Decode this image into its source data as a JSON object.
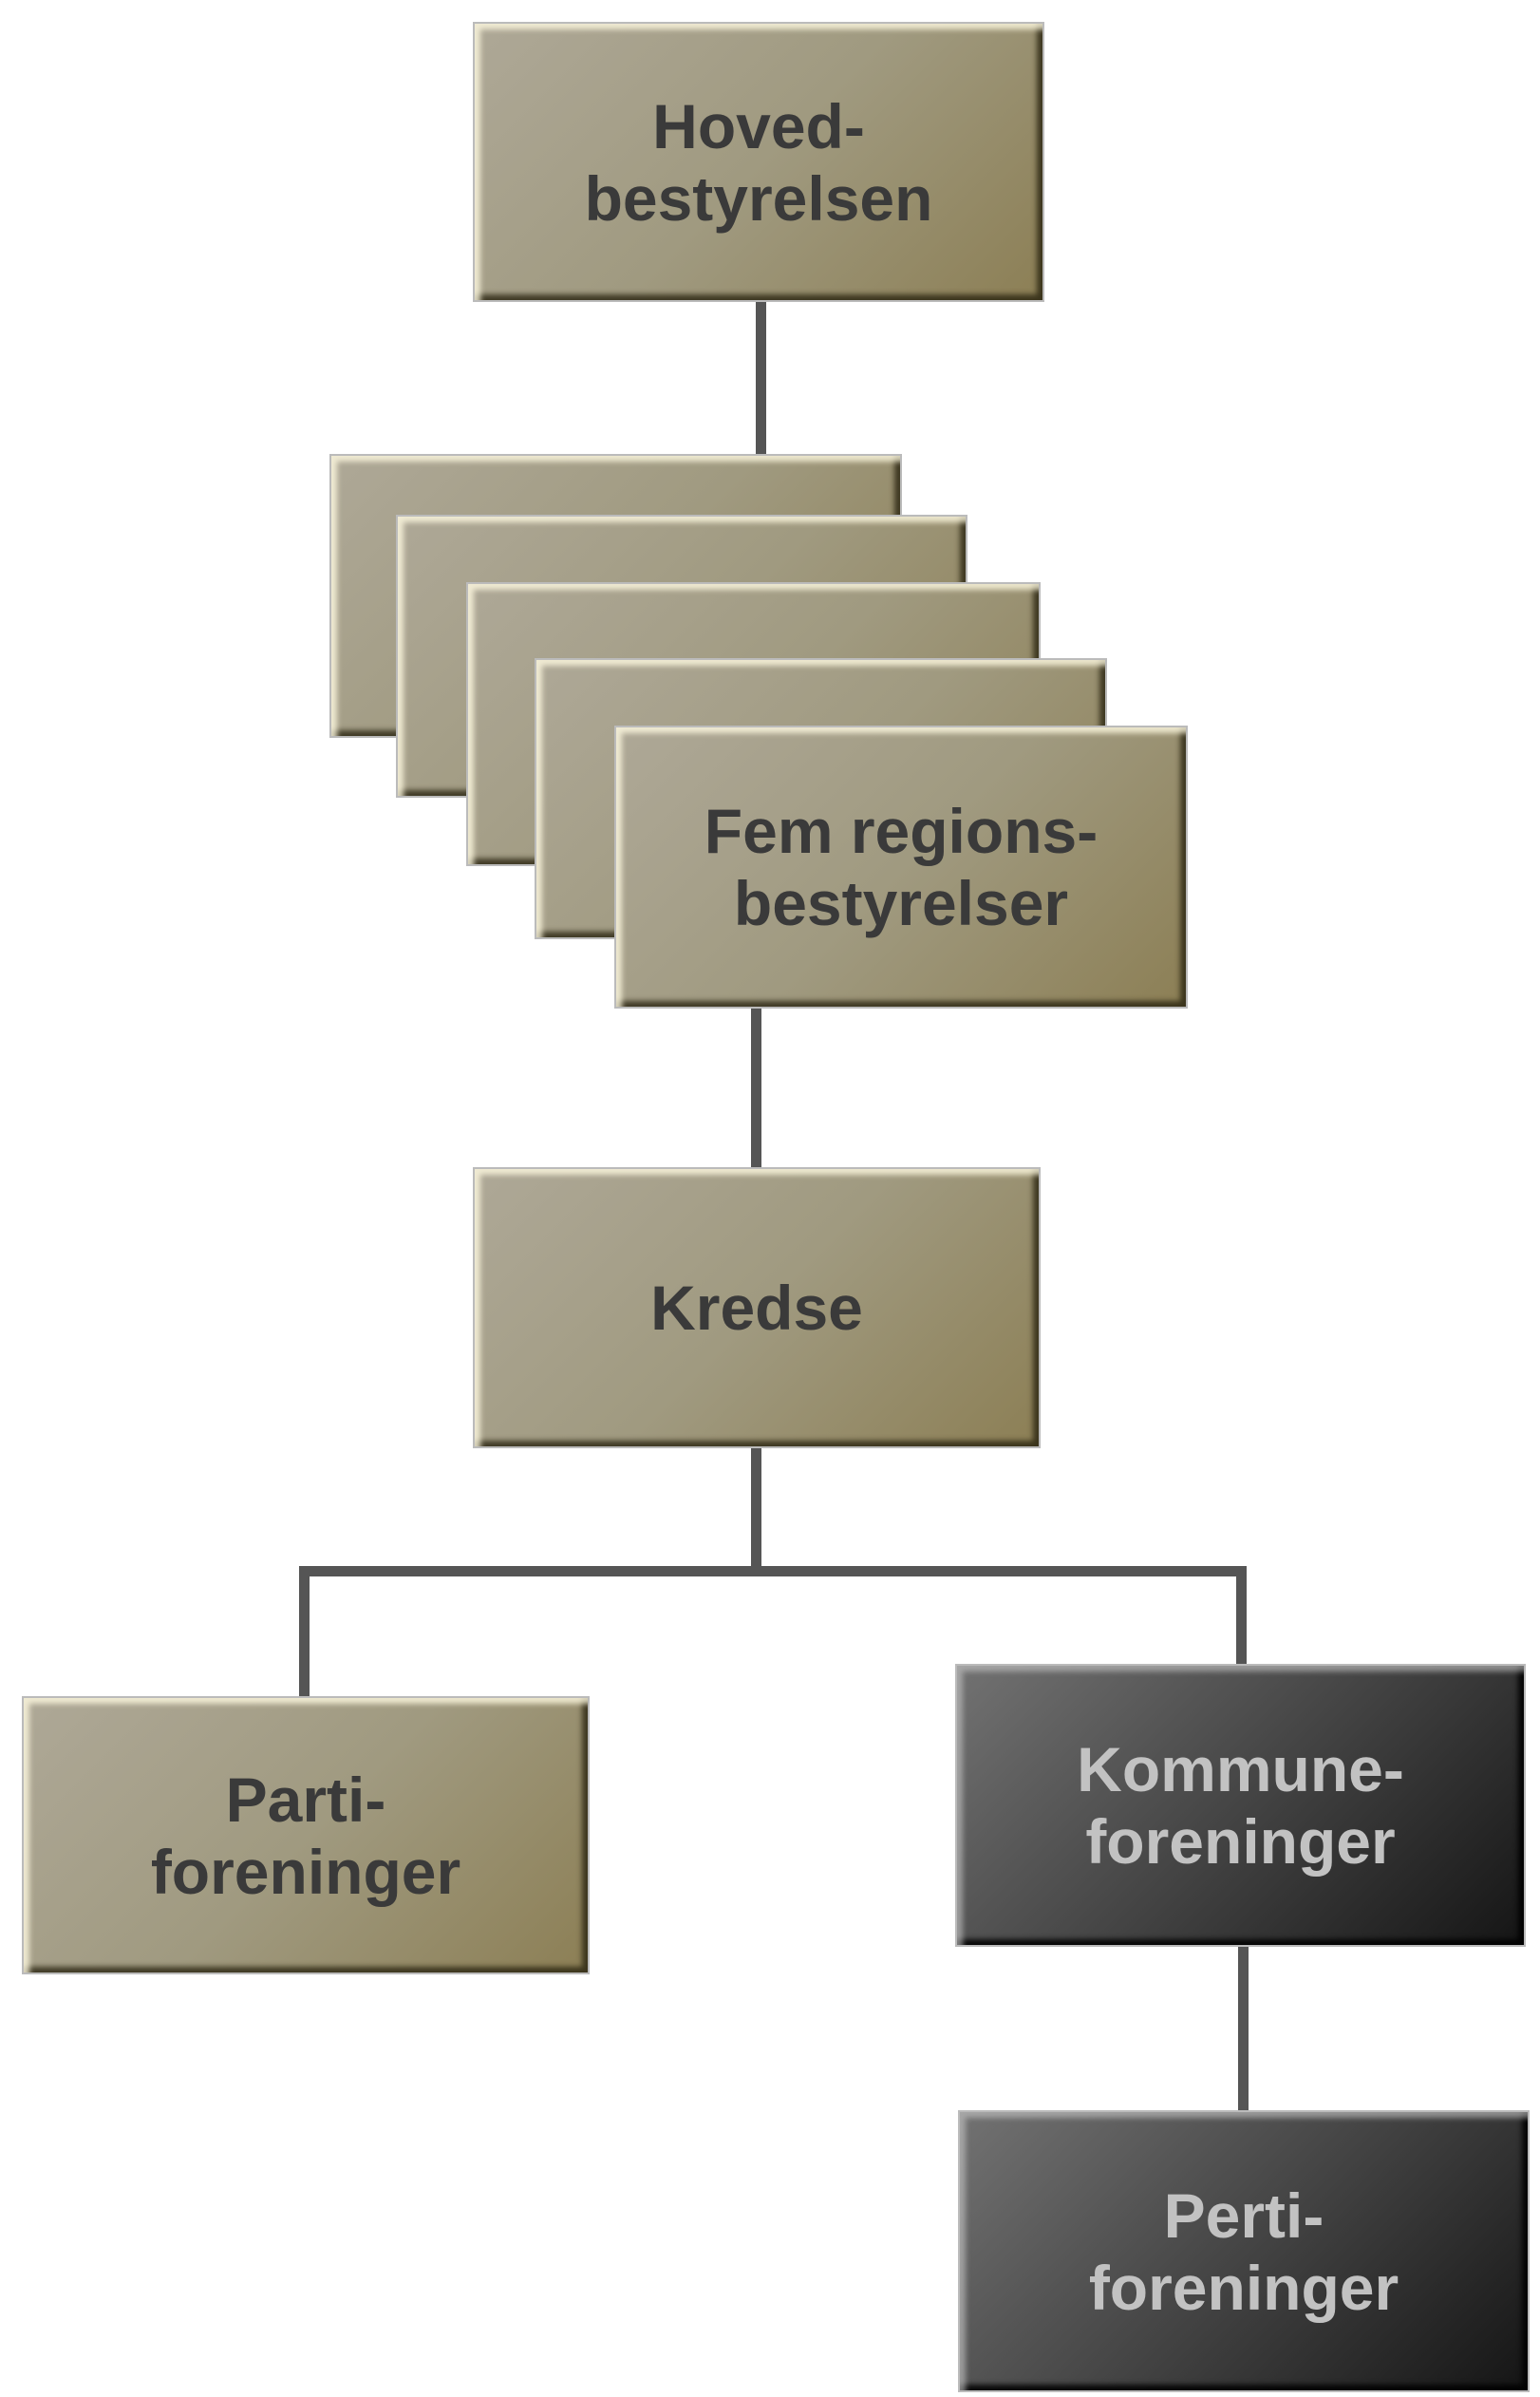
{
  "nodes": {
    "top": {
      "line1": "Hoved-",
      "line2": "bestyrelsen"
    },
    "regions": {
      "line1": "Fem regions-",
      "line2": "bestyrelser"
    },
    "kredse": {
      "line1": "Kredse"
    },
    "parti": {
      "line1": "Parti-",
      "line2": "foreninger"
    },
    "kommune": {
      "line1": "Kommune-",
      "line2": "foreninger"
    },
    "perti": {
      "line1": "Perti-",
      "line2": "foreninger"
    }
  },
  "colors": {
    "tan": "#a09a80",
    "dark": "#444444",
    "connector": "#555555"
  }
}
